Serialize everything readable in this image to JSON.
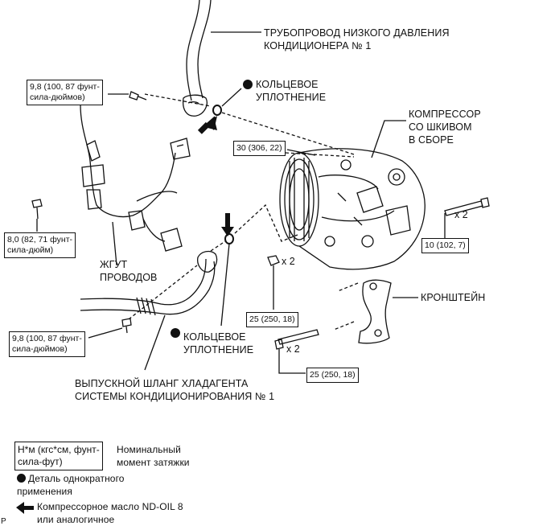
{
  "labels": {
    "low_pressure_pipe": "ТРУБОПРОВОД НИЗКОГО ДАВЛЕНИЯ\nКОНДИЦИОНЕРА № 1",
    "o_ring_top": "КОЛЬЦЕВОЕ\nУПЛОТНЕНИЕ",
    "compressor": "КОМПРЕССОР\nСО ШКИВОМ\nВ СБОРЕ",
    "harness": "ЖГУТ\nПРОВОДОВ",
    "bracket": "КРОНШТЕЙН",
    "o_ring_bottom": "КОЛЬЦЕВОЕ\nУПЛОТНЕНИЕ",
    "discharge_hose": "ВЫПУСКНОЙ ШЛАНГ ХЛАДАГЕНТА\nСИСТЕМЫ КОНДИЦИОНИРОВАНИЯ № 1"
  },
  "torques": {
    "t1": "9,8 (100, 87 фунт-\nсила-дюймов)",
    "t2": "8,0 (82, 71 фунт-\nсила-дюйм)",
    "t3": "30 (306, 22)",
    "t4": "10 (102, 7)",
    "t5": "25 (250, 18)",
    "t6": "9,8 (100, 87 фунт-\nсила-дюймов)",
    "t7": "25 (250, 18)"
  },
  "multipliers": {
    "m1": "x 2",
    "m2": "x 2",
    "m3": "x 2"
  },
  "legend": {
    "torque_box": "Н*м (кгс*см, фунт-\nсила-фут)",
    "torque_desc": "Номинальный\nмомент затяжки",
    "single_use": "Деталь однократного\nприменения",
    "oil": "Компрессорное масло ND-OIL 8\nили аналогичное"
  },
  "corner_mark": "P"
}
